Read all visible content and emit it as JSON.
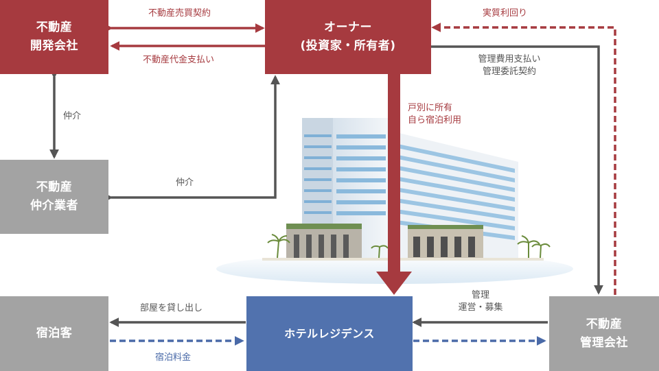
{
  "nodes": {
    "developer": {
      "line1": "不動産",
      "line2": "開発会社"
    },
    "owner": {
      "line1": "オーナー",
      "line2": "(投資家・所有者)"
    },
    "broker": {
      "line1": "不動産",
      "line2": "仲介業者"
    },
    "guest": {
      "label": "宿泊客"
    },
    "hotel": {
      "label": "ホテルレジデンス"
    },
    "manager": {
      "line1": "不動産",
      "line2": "管理会社"
    }
  },
  "edges": {
    "sale_contract": "不動産売買契約",
    "payment": "不動産代金支払い",
    "real_return": "実質利回り",
    "mgmt_fee_line1": "管理費用支払い",
    "mgmt_fee_line2": "管理委託契約",
    "dev_broker_agency": "仲介",
    "owner_broker_agency": "仲介",
    "ownership_line1": "戸別に所有",
    "ownership_line2": "自ら宿泊利用",
    "room_rental": "部屋を貸し出し",
    "stay_fee": "宿泊料金",
    "operation_line1": "管理",
    "operation_line2": "運営・募集"
  },
  "colors": {
    "red": "#a63a3f",
    "gray": "#a3a3a3",
    "blue": "#5172ae",
    "arrow_gray": "#555555"
  }
}
